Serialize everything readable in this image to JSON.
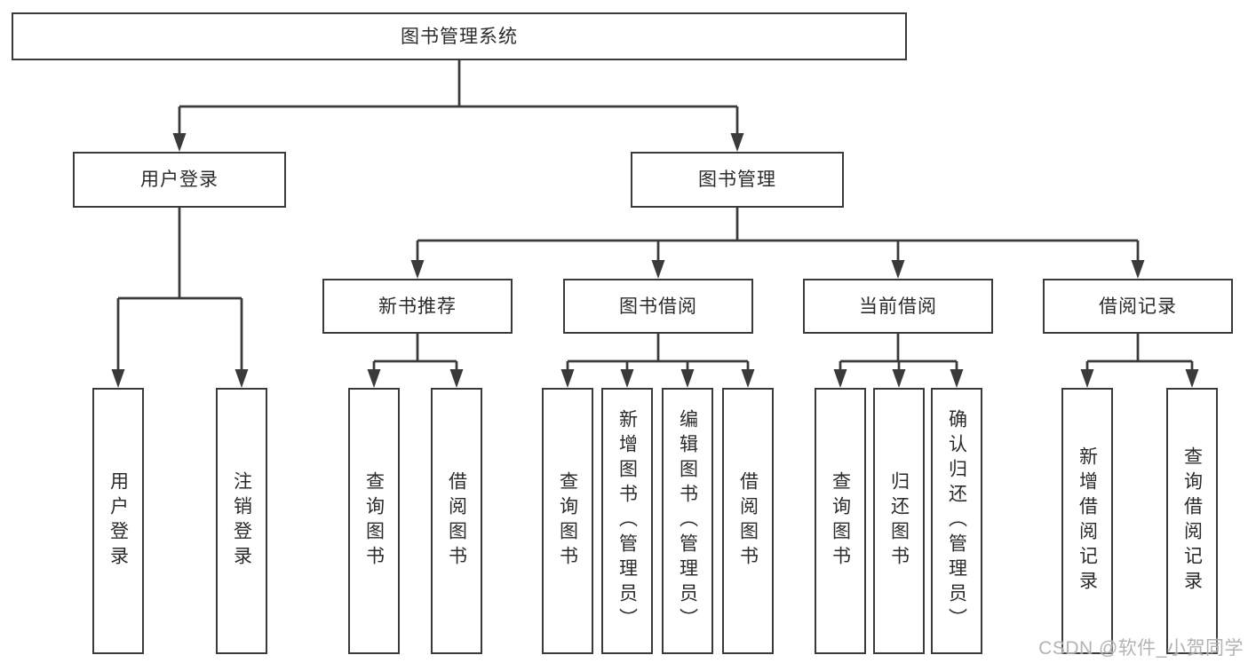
{
  "diagram_title": "图书管理系统",
  "nodes": {
    "root": "图书管理系统",
    "user_login": "用户登录",
    "book_management": "图书管理",
    "new_book_recommendation": "新书推荐",
    "book_borrowing": "图书借阅",
    "current_borrowing": "当前借阅",
    "borrowing_records": "借阅记录",
    "ul_user_login": "用户登录",
    "ul_logout": "注销登录",
    "nr_query_books": "查询图书",
    "nr_borrow_books": "借阅图书",
    "bb_query_books": "查询图书",
    "bb_add_books": "新增图书（管理员）",
    "bb_edit_books": "编辑图书（管理员）",
    "bb_borrow_books": "借阅图书",
    "cb_query_books": "查询图书",
    "cb_return_books": "归还图书",
    "cb_confirm_return": "确认归还（管理员）",
    "br_add_record": "新增借阅记录",
    "br_query_record": "查询借阅记录"
  },
  "hierarchy": {
    "root": [
      "user_login",
      "book_management"
    ],
    "user_login": [
      "ul_user_login",
      "ul_logout"
    ],
    "book_management": [
      "new_book_recommendation",
      "book_borrowing",
      "current_borrowing",
      "borrowing_records"
    ],
    "new_book_recommendation": [
      "nr_query_books",
      "nr_borrow_books"
    ],
    "book_borrowing": [
      "bb_query_books",
      "bb_add_books",
      "bb_edit_books",
      "bb_borrow_books"
    ],
    "current_borrowing": [
      "cb_query_books",
      "cb_return_books",
      "cb_confirm_return"
    ],
    "borrowing_records": [
      "br_add_record",
      "br_query_record"
    ]
  },
  "watermark": "CSDN @软件_小贺同学",
  "colors": {
    "line": "#3a3a3a",
    "box_border": "#3a3a3a",
    "box_fill": "#ffffff",
    "text": "#2b2b2b",
    "background": "#ffffff",
    "watermark": "#a8a8a8"
  }
}
